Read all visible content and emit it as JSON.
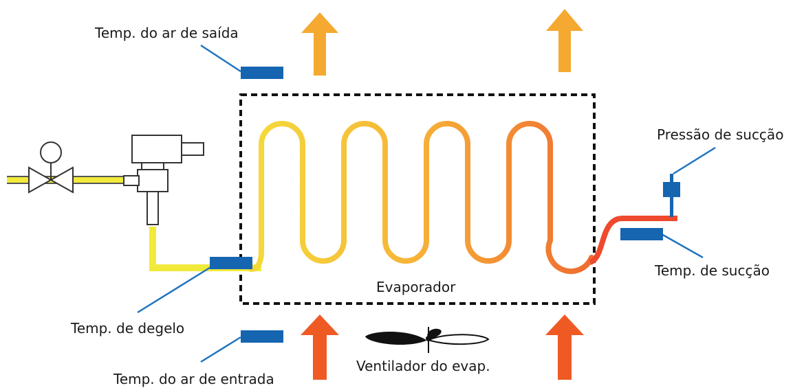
{
  "labels": {
    "air_out_temp": "Temp. do ar de saída",
    "air_in_temp": "Temp. do ar de entrada",
    "defrost_temp": "Temp. de degelo",
    "suction_pressure": "Pressão de sucção",
    "suction_temp": "Temp. de sucção",
    "evaporator": "Evaporador",
    "evaporator_fan": "Ventilador do evap."
  },
  "colors": {
    "sensor_blue": "#1565b0",
    "leader_blue": "#1e73c0",
    "warm_arrow": "#f5a930",
    "hot_arrow": "#ef5a24",
    "liquid_line": "#f2ea3b",
    "suction_line": "#ef4a2e",
    "coil_start": "#f4d83a",
    "coil_end": "#ef6a30"
  },
  "icons": [
    "expansion-valve-icon",
    "solenoid-valve-icon",
    "fan-icon",
    "pressure-transducer-icon"
  ]
}
